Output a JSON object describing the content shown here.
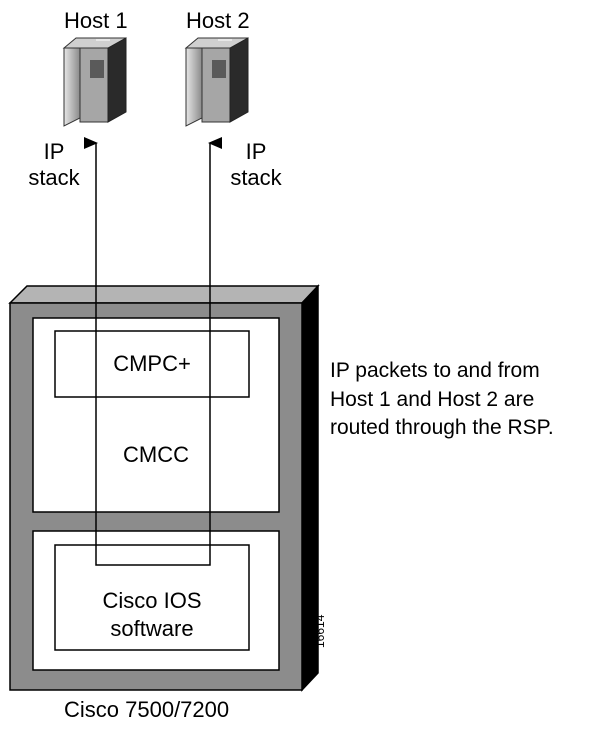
{
  "hosts": [
    {
      "label": "Host 1",
      "stack_line1": "IP",
      "stack_line2": "stack"
    },
    {
      "label": "Host 2",
      "stack_line1": "IP",
      "stack_line2": "stack"
    }
  ],
  "router": {
    "cmpc_label": "CMPC+",
    "cmcc_label": "CMCC",
    "ios_line1": "Cisco IOS",
    "ios_line2": "software",
    "platform_label": "Cisco 7500/7200"
  },
  "note": {
    "line1": "IP packets to and from",
    "line2": "Host 1 and Host 2 are",
    "line3": "routed through the RSP."
  },
  "figure_id": "16614",
  "colors": {
    "chassis_face": "#8c8c8c",
    "chassis_top": "#b4b4b4",
    "chassis_side": "#000000",
    "host_front": "#a6a6a6",
    "host_dark": "#2a2a2a"
  }
}
